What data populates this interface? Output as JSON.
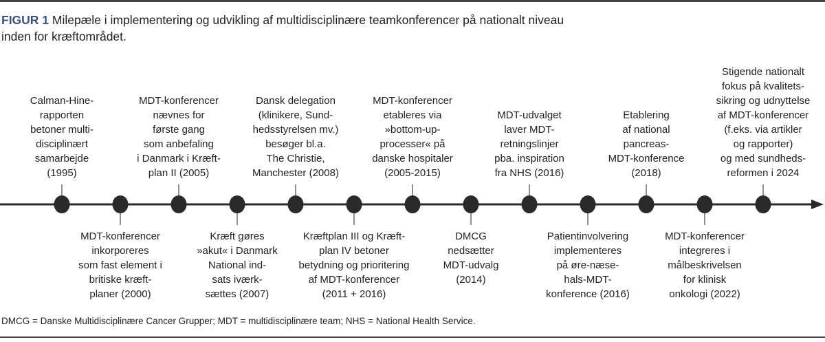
{
  "title": {
    "figure_label": "FIGUR 1",
    "text": "Milepæle i implementering og udvikling af multidisciplinære teamkonferencer på nationalt niveau inden for kræftområdet."
  },
  "milestones": [
    {
      "position": "above",
      "lines": [
        "Calman-Hine-",
        "rapporten",
        "betoner multi-",
        "disciplinært",
        "samarbejde",
        "(1995)"
      ]
    },
    {
      "position": "below",
      "lines": [
        "MDT-konferencer",
        "inkorporeres",
        "som fast element i",
        "britiske kræft-",
        "planer (2000)"
      ]
    },
    {
      "position": "above",
      "lines": [
        "MDT-konferencer",
        "nævnes for",
        "første gang",
        "som anbefaling",
        "i Danmark i Kræft-",
        "plan II (2005)"
      ]
    },
    {
      "position": "below",
      "lines": [
        "Kræft gøres",
        "»akut« i Danmark",
        "National ind-",
        "sats iværk-",
        "sættes (2007)"
      ]
    },
    {
      "position": "above",
      "lines": [
        "Dansk delegation",
        "(klinikere, Sund-",
        "hedsstyrelsen mv.)",
        "besøger bl.a.",
        "The Christie,",
        "Manchester (2008)"
      ]
    },
    {
      "position": "below",
      "lines": [
        "Kræftplan III og Kræft-",
        "plan IV betoner",
        "betydning og prioritering",
        "af MDT-konferencer",
        "(2011 + 2016)"
      ]
    },
    {
      "position": "above",
      "lines": [
        "MDT-konferencer",
        "etableres via",
        "»bottom-up-",
        "processer« på",
        "danske hospitaler",
        "(2005-2015)"
      ]
    },
    {
      "position": "below",
      "lines": [
        "DMCG",
        "nedsætter",
        "MDT-udvalg",
        "(2014)"
      ]
    },
    {
      "position": "above",
      "lines": [
        "MDT-udvalget",
        "laver MDT-",
        "retningslinjer",
        "pba. inspiration",
        "fra NHS (2016)"
      ]
    },
    {
      "position": "below",
      "lines": [
        "Patientinvolvering",
        "implementeres",
        "på øre-næse-",
        "hals-MDT-",
        "konference (2016)"
      ]
    },
    {
      "position": "above",
      "lines": [
        "Etablering",
        "af national",
        "pancreas-",
        "MDT-konference",
        "(2018)"
      ]
    },
    {
      "position": "below",
      "lines": [
        "MDT-konferencer",
        "integreres i",
        "målbeskrivelsen",
        "for klinisk",
        "onkologi (2022)"
      ]
    },
    {
      "position": "above",
      "lines": [
        "Stigende nationalt",
        "fokus på kvalitets-",
        "sikring og udnyttelse",
        "af MDT-konferencer",
        "(f.eks. via artikler",
        "og rapporter)",
        "og med sundheds-",
        "reformen i 2024"
      ]
    }
  ],
  "footnote": "DMCG = Danske Multidisciplinære Cancer Grupper; MDT = multidisciplinære team; NHS = National Health Service.",
  "colors": {
    "accent": "#3a4f7a",
    "line": "#2a2a2a"
  }
}
